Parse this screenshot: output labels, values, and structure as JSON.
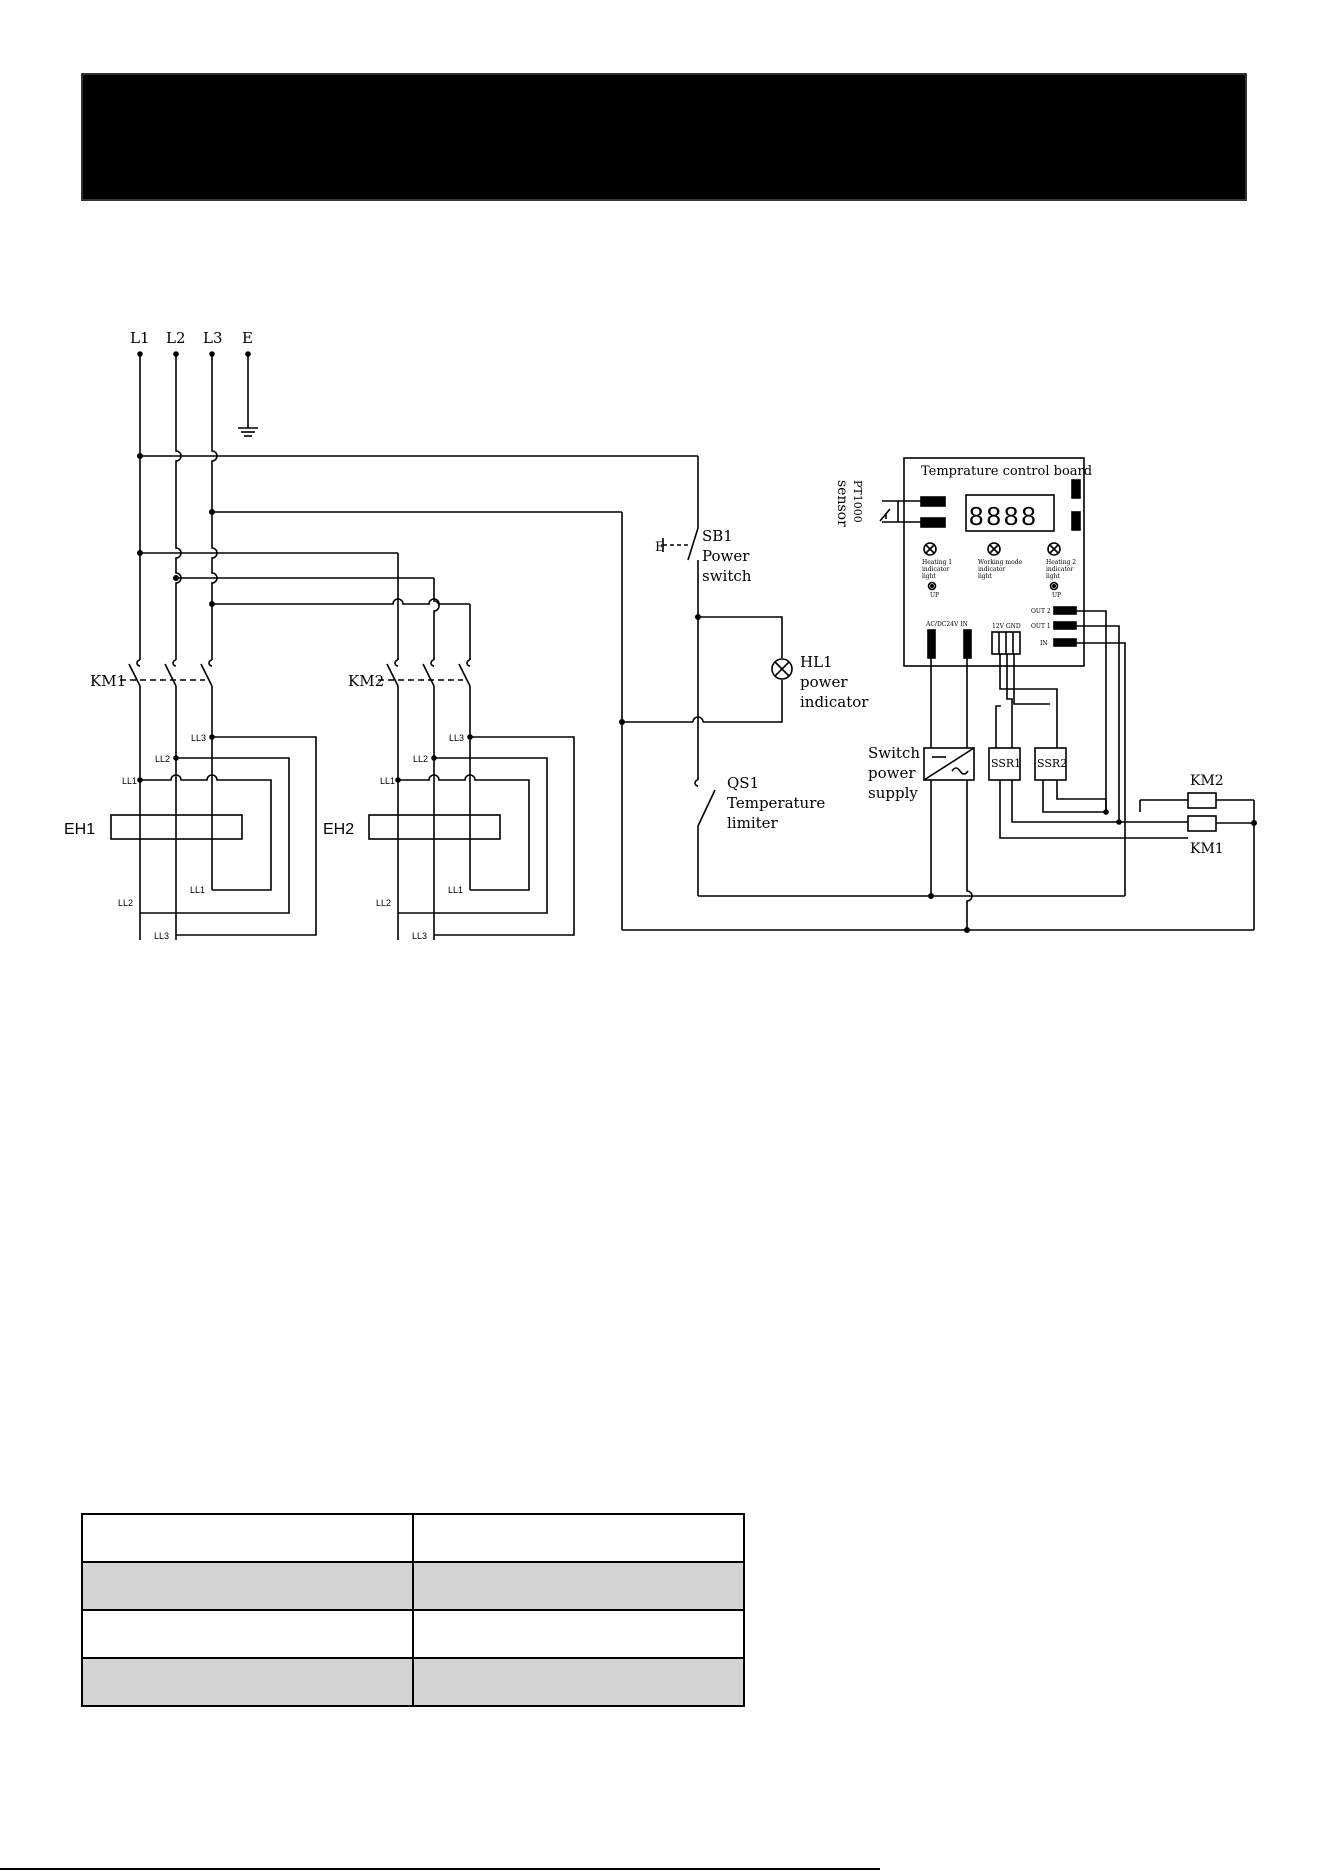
{
  "phases": {
    "l1": "L1",
    "l2": "L2",
    "l3": "L3",
    "e": "E"
  },
  "contactors": {
    "km1": "KM1",
    "km2": "KM2"
  },
  "heaters": {
    "eh1": "EH1",
    "eh2": "EH2"
  },
  "heater_terminals": {
    "ll1": "LL1",
    "ll2": "LL2",
    "ll3": "LL3"
  },
  "switches": {
    "sb1": {
      "tag": "SB1",
      "line1": "Power",
      "line2": "switch",
      "actuator": "E"
    },
    "qs1": {
      "tag": "QS1",
      "line1": "Temperature",
      "line2": "limiter"
    }
  },
  "indicator": {
    "tag": "HL1",
    "line1": "power",
    "line2": "indicator"
  },
  "control_board": {
    "title": "Temprature control board",
    "sensor_line1": "PT1000",
    "sensor_line2": "sensor",
    "display": "8888",
    "heating1": [
      "Heating 1",
      "indicator",
      "light",
      "UP"
    ],
    "working": [
      "Working mode",
      "indicator",
      "light"
    ],
    "heating2": [
      "Heating 2",
      "indicator",
      "light",
      "UP"
    ],
    "out2": "OUT 2",
    "out1": "OUT 1",
    "in": "IN",
    "ac_label": "AC/DC24V IN",
    "v12": "12V GND"
  },
  "power_supply": {
    "line1": "Switch",
    "line2": "power",
    "line3": "supply"
  },
  "ssr": {
    "ssr1": "SSR1",
    "ssr2": "SSR2"
  },
  "coils": {
    "km2": "KM2",
    "km1": "KM1"
  },
  "table": {
    "rows": 4,
    "cols": 2
  }
}
